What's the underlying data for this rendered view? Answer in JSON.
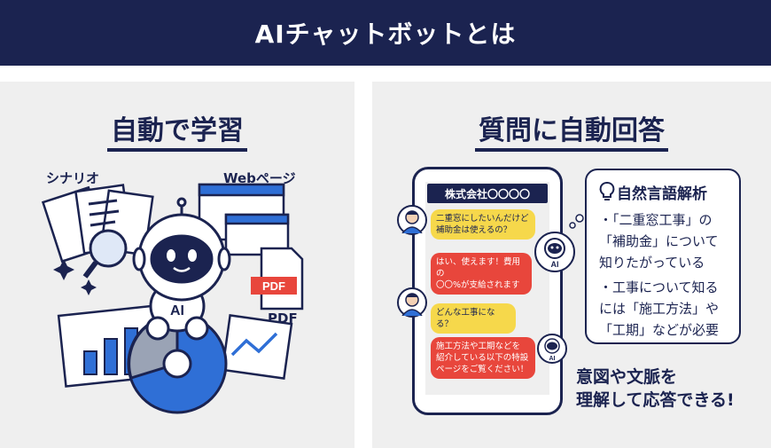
{
  "header": {
    "title": "AIチャットボットとは"
  },
  "left": {
    "title": "自動で学習",
    "label_scenario": "シナリオ",
    "label_web": "Webページ",
    "label_pdf": "PDF",
    "pdf_tag": "PDF",
    "robot_chest": "AI"
  },
  "right": {
    "title": "質問に自動回答",
    "phone_header": "株式会社〇〇〇〇",
    "messages": [
      {
        "line1": "二重窓にしたいんだけど",
        "line2": "補助金は使えるの？"
      },
      {
        "line1": "はい、使えます！費用の",
        "line2": "〇〇%が支給されます"
      },
      {
        "line1": "どんな工事になる？"
      },
      {
        "line1": "施工方法や工期などを",
        "line2": "紹介している以下の特設",
        "line3": "ページをご覧ください！"
      }
    ],
    "bot_avatar_label": "AI",
    "nlp": {
      "title": "自然言語解析",
      "lines": [
        "・「二重窓工事」の",
        "「補助金」について",
        "知りたがっている",
        "・工事について知る",
        "には「施工方法」や",
        "「工期」などが必要"
      ]
    },
    "summary": {
      "line1": "意図や文脈を",
      "line2": "理解して応答できる!"
    }
  },
  "colors": {
    "navy": "#1b2350",
    "blue": "#2f6fd6",
    "red": "#e8463c",
    "yellow": "#f6d84b",
    "panel": "#efefef"
  }
}
